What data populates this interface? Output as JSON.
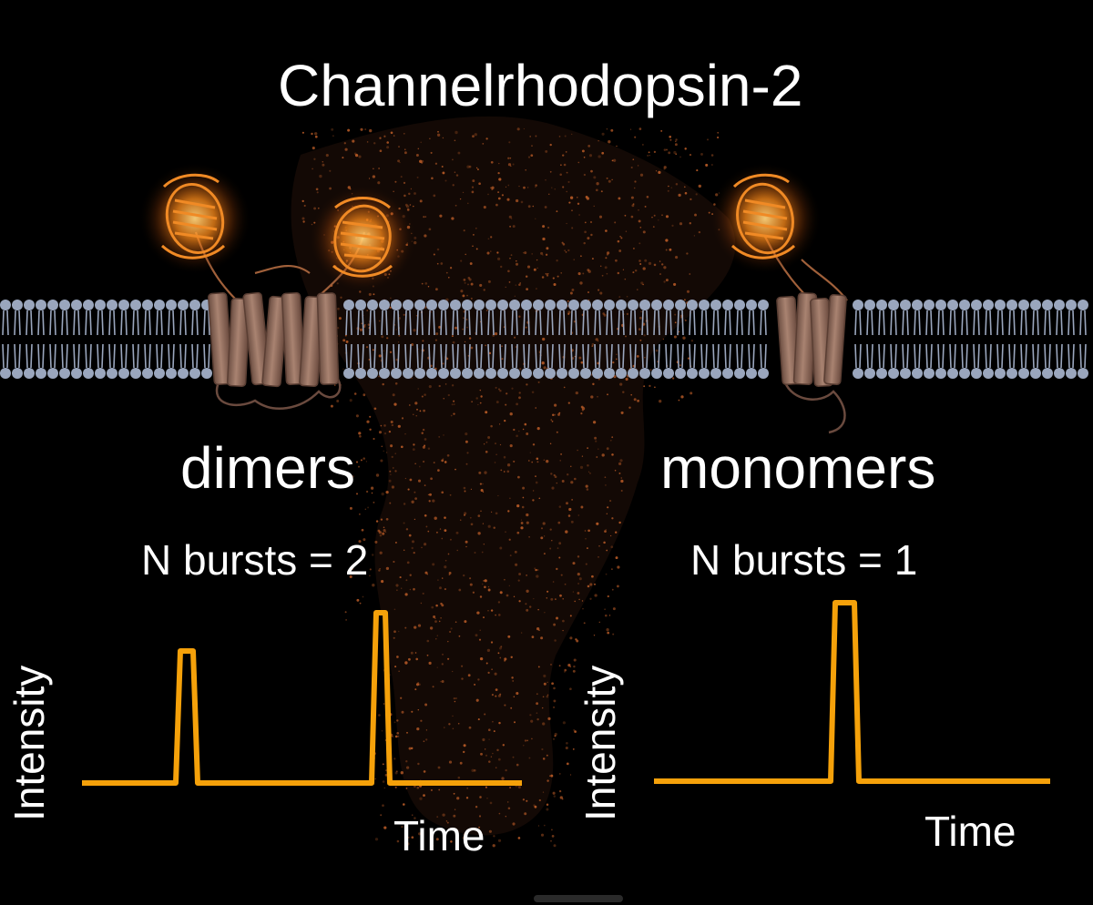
{
  "title": "Channelrhodopsin-2",
  "panels": {
    "left": {
      "state": "dimers",
      "bursts": "N bursts = 2",
      "y_label": "Intensity",
      "x_label": "Time"
    },
    "right": {
      "state": "monomers",
      "bursts": "N bursts = 1",
      "y_label": "Intensity",
      "x_label": "Time"
    }
  },
  "colors": {
    "background": "#000000",
    "trace": "#f5a10a",
    "fluorophore_glow": "#ff8c1a",
    "membrane_heads": "#9aa6bd",
    "protein_helices": "#9a7462",
    "particles": "#c8632a",
    "text": "#ffffff"
  },
  "icons": {
    "membrane": "lipid-bilayer",
    "fluorescent_protein": "beta-barrel-fluorophore-icon",
    "channel": "transmembrane-helix-bundle-icon"
  }
}
